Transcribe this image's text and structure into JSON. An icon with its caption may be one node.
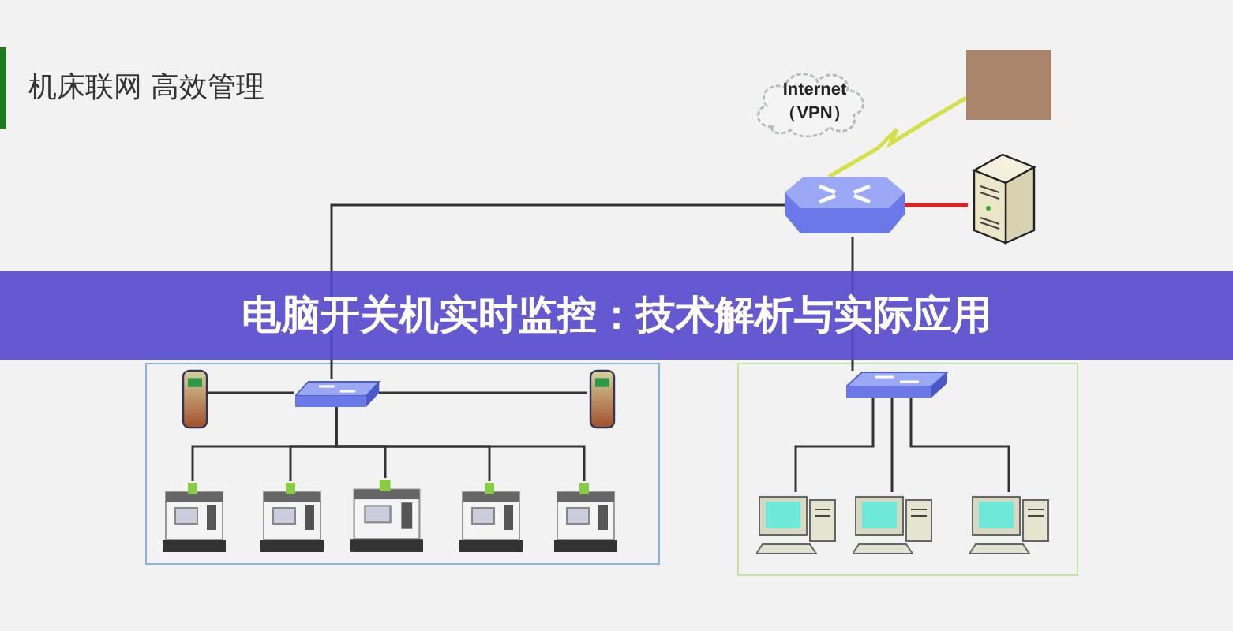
{
  "diagram": {
    "title": "电脑开关机实时监控：技术解析与实际应用",
    "nodes": [
      {
        "text": [
          "Internet （VPN）"
        ]
      },
      {
        "text": [],
        "shape": "box"
      },
      {
        "text": [],
        "shape": "hexagon"
      },
      {
        "text": [],
        "shape": "server"
      },
      {
        "text": [],
        "shape": "box"
      },
      {
        "text": [],
        "shape": "box"
      },
      {
        "text": [],
        "shape": "terminal",
        "in": 4
      },
      {
        "text": [],
        "shape": "switch",
        "in": 4
      },
      {
        "text": [],
        "shape": "terminal",
        "in": 4
      },
      {
        "text": [],
        "shape": "machine",
        "in": 4
      },
      {
        "text": [],
        "shape": "machine",
        "in": 4
      },
      {
        "text": [],
        "shape": "machine",
        "in": 4
      },
      {
        "text": [],
        "shape": "machine",
        "in": 4
      },
      {
        "text": [],
        "shape": "machine",
        "in": 4
      },
      {
        "text": [],
        "shape": "switch",
        "in": 5
      },
      {
        "text": [],
        "shape": "computer",
        "in": 5
      },
      {
        "text": [],
        "shape": "computer",
        "in": 5
      },
      {
        "text": [],
        "shape": "computer",
        "in": 5
      }
    ],
    "edges": [
      {
        "from": 2,
        "to": 1,
        "arrow": "none",
        "color": "#d4e04a"
      },
      {
        "from": 2,
        "to": 3,
        "arrow": "none",
        "color": "#e02020"
      },
      {
        "from": 2,
        "to": 7,
        "arrow": "none"
      },
      {
        "from": 2,
        "to": 14,
        "arrow": "none"
      },
      {
        "from": 7,
        "to": 6,
        "arrow": "none"
      },
      {
        "from": 7,
        "to": 8,
        "arrow": "none"
      },
      {
        "from": 7,
        "to": 9,
        "arrow": "none"
      },
      {
        "from": 7,
        "to": 10,
        "arrow": "none"
      },
      {
        "from": 7,
        "to": 11,
        "arrow": "none"
      },
      {
        "from": 7,
        "to": 12,
        "arrow": "none"
      },
      {
        "from": 7,
        "to": 13,
        "arrow": "none"
      },
      {
        "from": 14,
        "to": 15,
        "arrow": "none"
      },
      {
        "from": 14,
        "to": 16,
        "arrow": "none"
      },
      {
        "from": 14,
        "to": 17,
        "arrow": "none"
      }
    ],
    "labels": [
      "机床联网 高效管理"
    ]
  }
}
